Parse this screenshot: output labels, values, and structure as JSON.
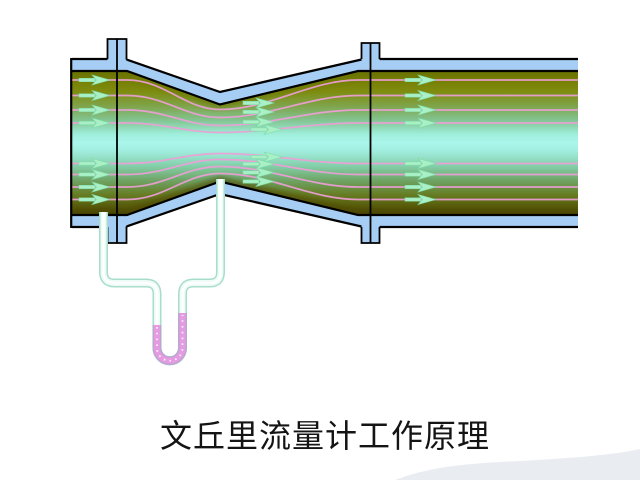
{
  "title": {
    "caption": "文丘里流量计工作原理"
  },
  "diagram": {
    "type": "venturi-flowmeter-schematic",
    "flow_direction": "left-to-right",
    "streamline_count": 8,
    "flow_arrow_groups": [
      "inlet",
      "throat-exit",
      "outlet"
    ],
    "components": [
      "inlet-pipe",
      "converging-cone",
      "throat",
      "diverging-cone",
      "outlet-pipe",
      "flange-joints",
      "u-tube-manometer"
    ],
    "manometer_state": "right-column-higher"
  },
  "colors": {
    "background": "#ffffff",
    "pipe_wall_blue": "#a6cef5",
    "outline_black": "#000000",
    "fluid_edge_olive": "#6c7403",
    "fluid_center_cyan": "#aaf6ec",
    "fluid_bottom_brown": "#4a4202",
    "streamline_pink": "#ee9fd8",
    "arrow_green": "#a9f0c6",
    "manometer_tube_teal": "#a8ddcb",
    "manometer_fluid_pink": "#e59ae2",
    "manometer_fluid_edge": "#b5aacd",
    "corner_decoration_gray": "#e9edf2"
  }
}
